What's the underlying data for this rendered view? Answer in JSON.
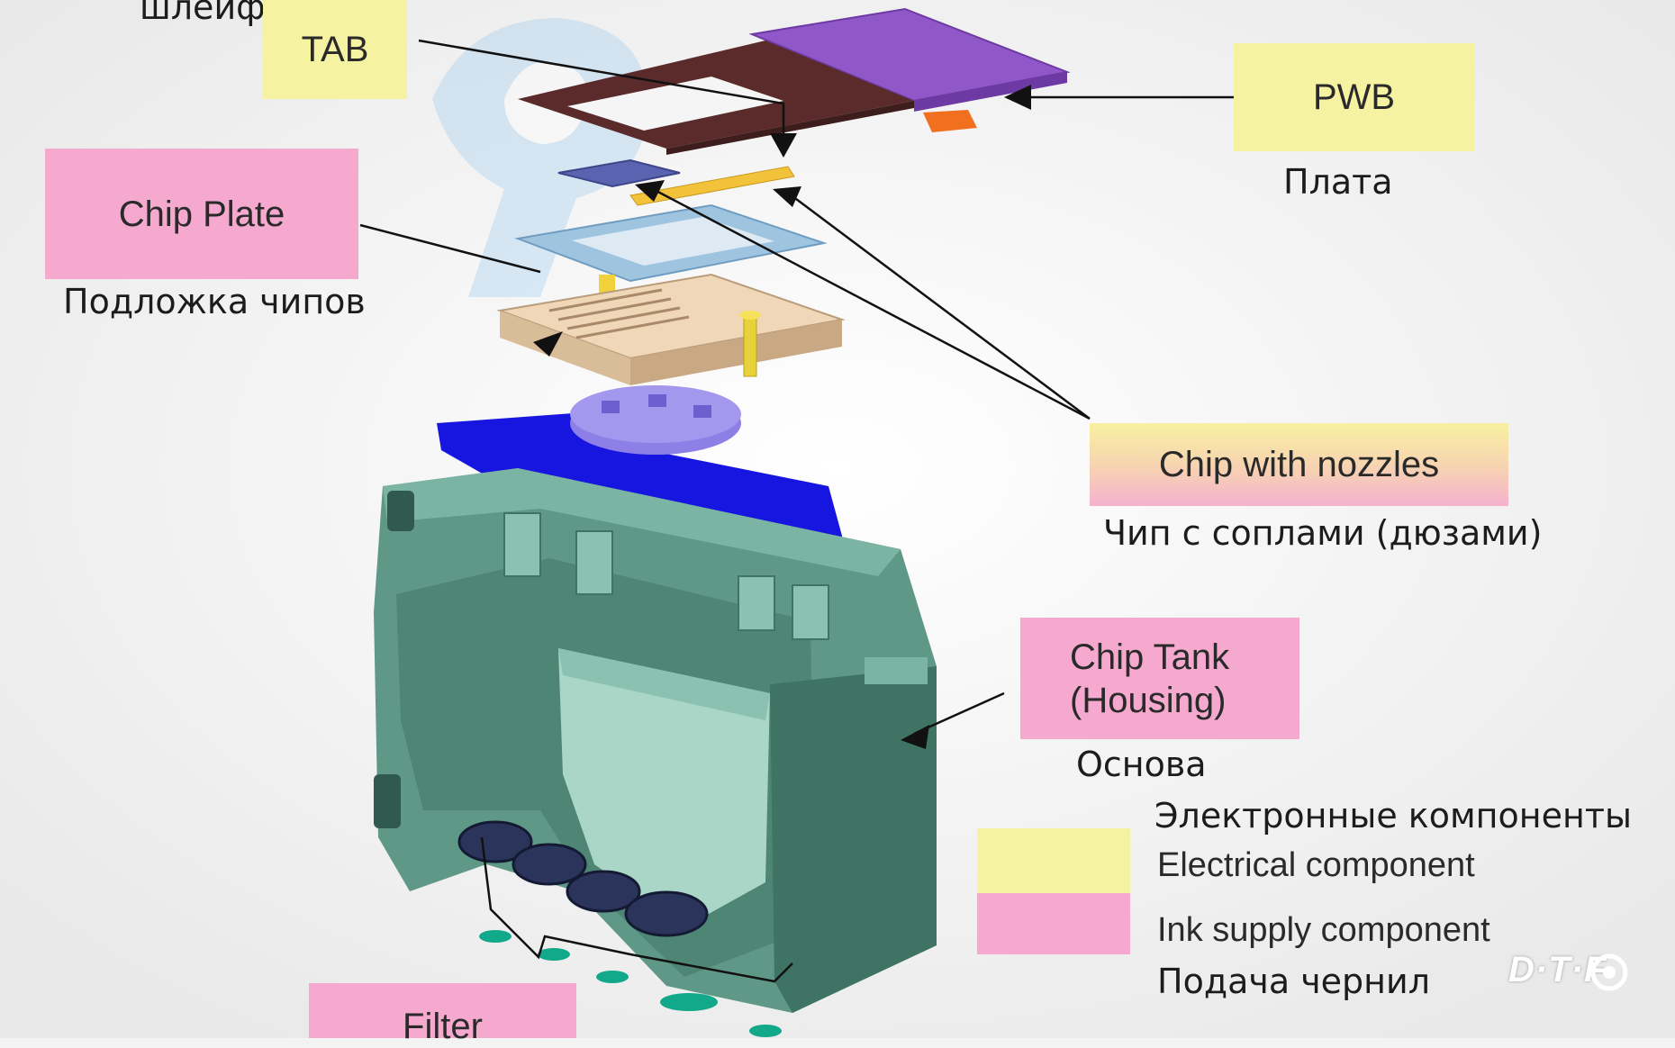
{
  "labels": {
    "tab": "TAB",
    "tab_ru": "шлейф",
    "pwb": "PWB",
    "pwb_ru": "Плата",
    "chip_plate": "Chip Plate",
    "chip_plate_ru": "Подложка чипов",
    "chip_nozzles": "Chip with nozzles",
    "chip_nozzles_ru": "Чип с соплами (дюзами)",
    "chip_tank_line1": "Chip Tank",
    "chip_tank_line2": "(Housing)",
    "chip_tank_ru": "Основа",
    "filter": "Filter"
  },
  "legend": {
    "electrical_ru": "Электронные компоненты",
    "electrical": "Electrical component",
    "ink": "Ink supply component",
    "ink_ru": "Подача чернил"
  },
  "watermark": "D·T·F",
  "colors": {
    "electrical": "#f5f3a2",
    "ink_supply": "#f5a9cf",
    "housing": "#5f9886",
    "manifold": "#1616e0",
    "pwb_board": "#8f57c6",
    "tab_film": "#5a2a2a",
    "chip_plate": "#9fc4e0",
    "base_plate": "#f0d7b8",
    "chip": "#5a63b0",
    "nozzle_strip": "#f2c23a"
  }
}
